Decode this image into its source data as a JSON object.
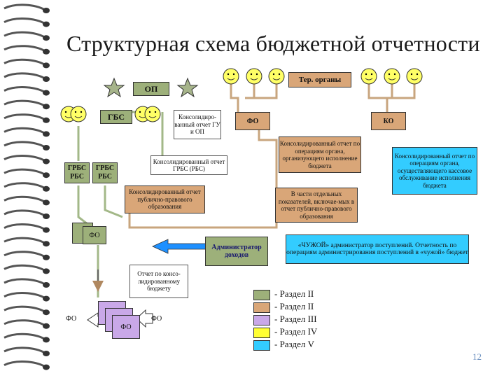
{
  "title": "Структурная схема бюджетной отчетности",
  "page_number": "12",
  "colors": {
    "green": "#9db07a",
    "brown": "#d9a678",
    "purple": "#c9a8e8",
    "yellow": "#ffff33",
    "cyan": "#33ccff",
    "smiley": "#ffff66",
    "star": "#a6b48a"
  },
  "nodes": {
    "op": "ОП",
    "gbs": "ГБС",
    "grbs_rbs_1": "ГРБС\nРБС",
    "grbs_rbs_2": "ГРБС\nРБС",
    "fo_top": "ФО",
    "ko": "КО",
    "ter_organy": "Тер. органы",
    "fo_left": "ФО",
    "admin": "Администратор доходов",
    "fo_bottom_left": "ФО",
    "fo_bottom_mid": "ФО",
    "fo_bottom_right": "ФО"
  },
  "notes": {
    "konsol_gu_op": "Консолидиро-ванный отчет ГУ и ОП",
    "konsol_grbs": "Консолидированный отчет ГРБС (РБС)",
    "konsol_public": "Консолидированный отчет публично-правового образования",
    "konsol_fo_ops": "Консолидированный отчет по операциям органа, организующего исполнение бюджета",
    "partial": "В части отдельных показателей, включае-мых в отчет публично-правового образования",
    "konsol_ko": "Консолидированный отчет по операциям органа, осуществляющего кассовое обслуживание исполнения бюджета",
    "chuzhoy": "«ЧУЖОЙ» администратор поступлений. Отчетность по операциям администрирования поступлений в «чужой» бюджет",
    "konsol_budget": "Отчет по консо-лидированному бюджету"
  },
  "legend": [
    {
      "color": "#9db07a",
      "label": "- Раздел II"
    },
    {
      "color": "#d9a678",
      "label": "- Раздел II"
    },
    {
      "color": "#c9a8e8",
      "label": "- Раздел III"
    },
    {
      "color": "#ffff33",
      "label": "- Раздел IV"
    },
    {
      "color": "#33ccff",
      "label": "- Раздел V"
    }
  ]
}
